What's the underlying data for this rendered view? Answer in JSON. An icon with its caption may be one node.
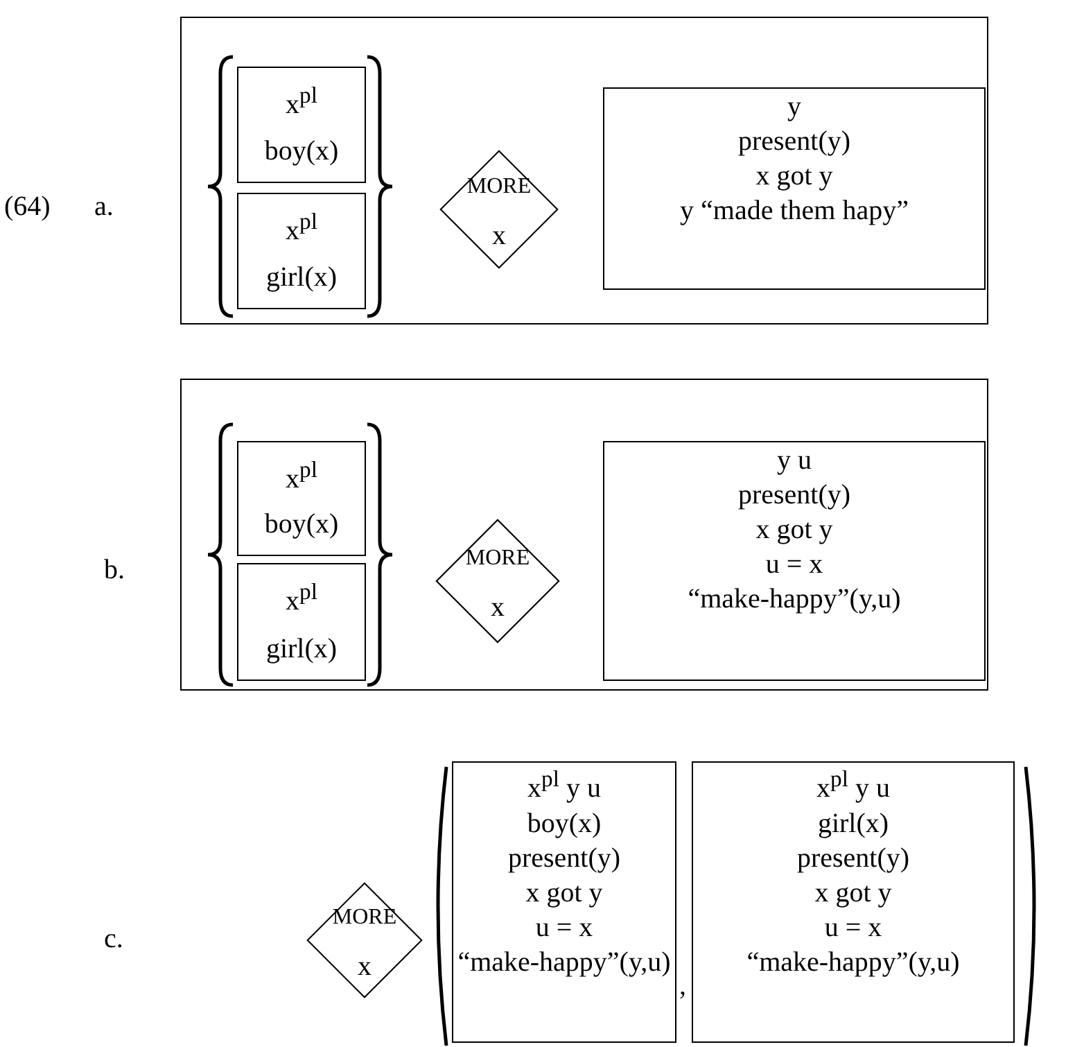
{
  "diagram": {
    "nodes": [
      {
        "text": [],
        "shape": "box"
      },
      {
        "text": [
          "x$^{pl}$",
          "boy(x)"
        ],
        "in": 0
      },
      {
        "text": [
          "x$^{pl}$",
          "girl(x)"
        ],
        "in": 0
      },
      {
        "text": [
          "MORE",
          "x"
        ],
        "in": 0
      },
      {
        "text": [
          "y",
          "present(y)",
          "x got y",
          "y “made them hapy”"
        ],
        "in": 0
      },
      {
        "text": [],
        "shape": "box"
      },
      {
        "text": [
          "x$^{pl}$",
          "boy(x)"
        ],
        "in": 5
      },
      {
        "text": [
          "x$^{pl}$",
          "girl(x)"
        ],
        "in": 5
      },
      {
        "text": [
          "MORE",
          "x"
        ],
        "in": 5
      },
      {
        "text": [
          "y u",
          "present(y)",
          "x got y",
          "u = x",
          "“make-happy”(y,u)"
        ],
        "in": 5
      },
      {
        "text": [
          "MORE",
          "x"
        ]
      },
      {
        "text": [
          "x$^{pl}$ y u",
          "boy(x)",
          "present(y)",
          "x got y",
          "u = x",
          "“make-happy”(y,u)"
        ]
      },
      {
        "text": [
          "x$^{pl}$ y u",
          "girl(x)",
          "present(y)",
          "x got y",
          "u = x",
          "“make-happy”(y,u)"
        ]
      }
    ],
    "edges": [],
    "labels": [
      "(64)",
      "a.",
      "b.",
      "c.",
      ","
    ]
  }
}
